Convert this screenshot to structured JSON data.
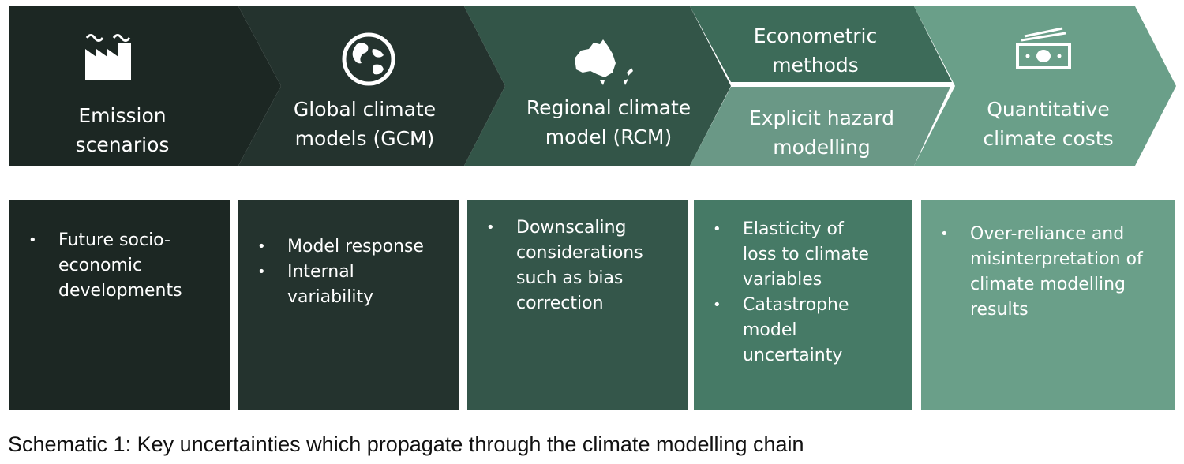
{
  "colors": {
    "step1": "#1c2723",
    "step2": "#24332e",
    "step3": "#335548",
    "step4_top": "#3d6b59",
    "step4_bottom": "#6a9886",
    "step5": "#6a9f89",
    "box1": "#1c2723",
    "box2": "#24332e",
    "box3": "#34564a",
    "box4": "#467a66",
    "box5": "#6a9f89"
  },
  "steps": [
    {
      "label": "Emission\nscenarios",
      "icon": "factory-icon"
    },
    {
      "label": "Global climate\nmodels (GCM)",
      "icon": "globe-icon"
    },
    {
      "label": "Regional climate\nmodel (RCM)",
      "icon": "australia-map-icon"
    },
    {
      "label_top": "Econometric\nmethods",
      "label_bottom": "Explicit hazard\nmodelling"
    },
    {
      "label": "Quantitative\nclimate costs",
      "icon": "banknote-icon"
    }
  ],
  "uncertainties": [
    {
      "items": [
        "Future socio-\neconomic\ndevelopments"
      ]
    },
    {
      "items": [
        "Model response",
        "Internal\nvariability"
      ]
    },
    {
      "items": [
        "Downscaling\nconsiderations\nsuch as bias\ncorrection"
      ]
    },
    {
      "items": [
        "Elasticity of\nloss to climate\nvariables",
        "Catastrophe\nmodel\nuncertainty"
      ]
    },
    {
      "items": [
        "Over-reliance and\nmisinterpretation of\nclimate modelling\nresults"
      ]
    }
  ],
  "caption": "Schematic 1: Key uncertainties which propagate through the climate modelling chain"
}
